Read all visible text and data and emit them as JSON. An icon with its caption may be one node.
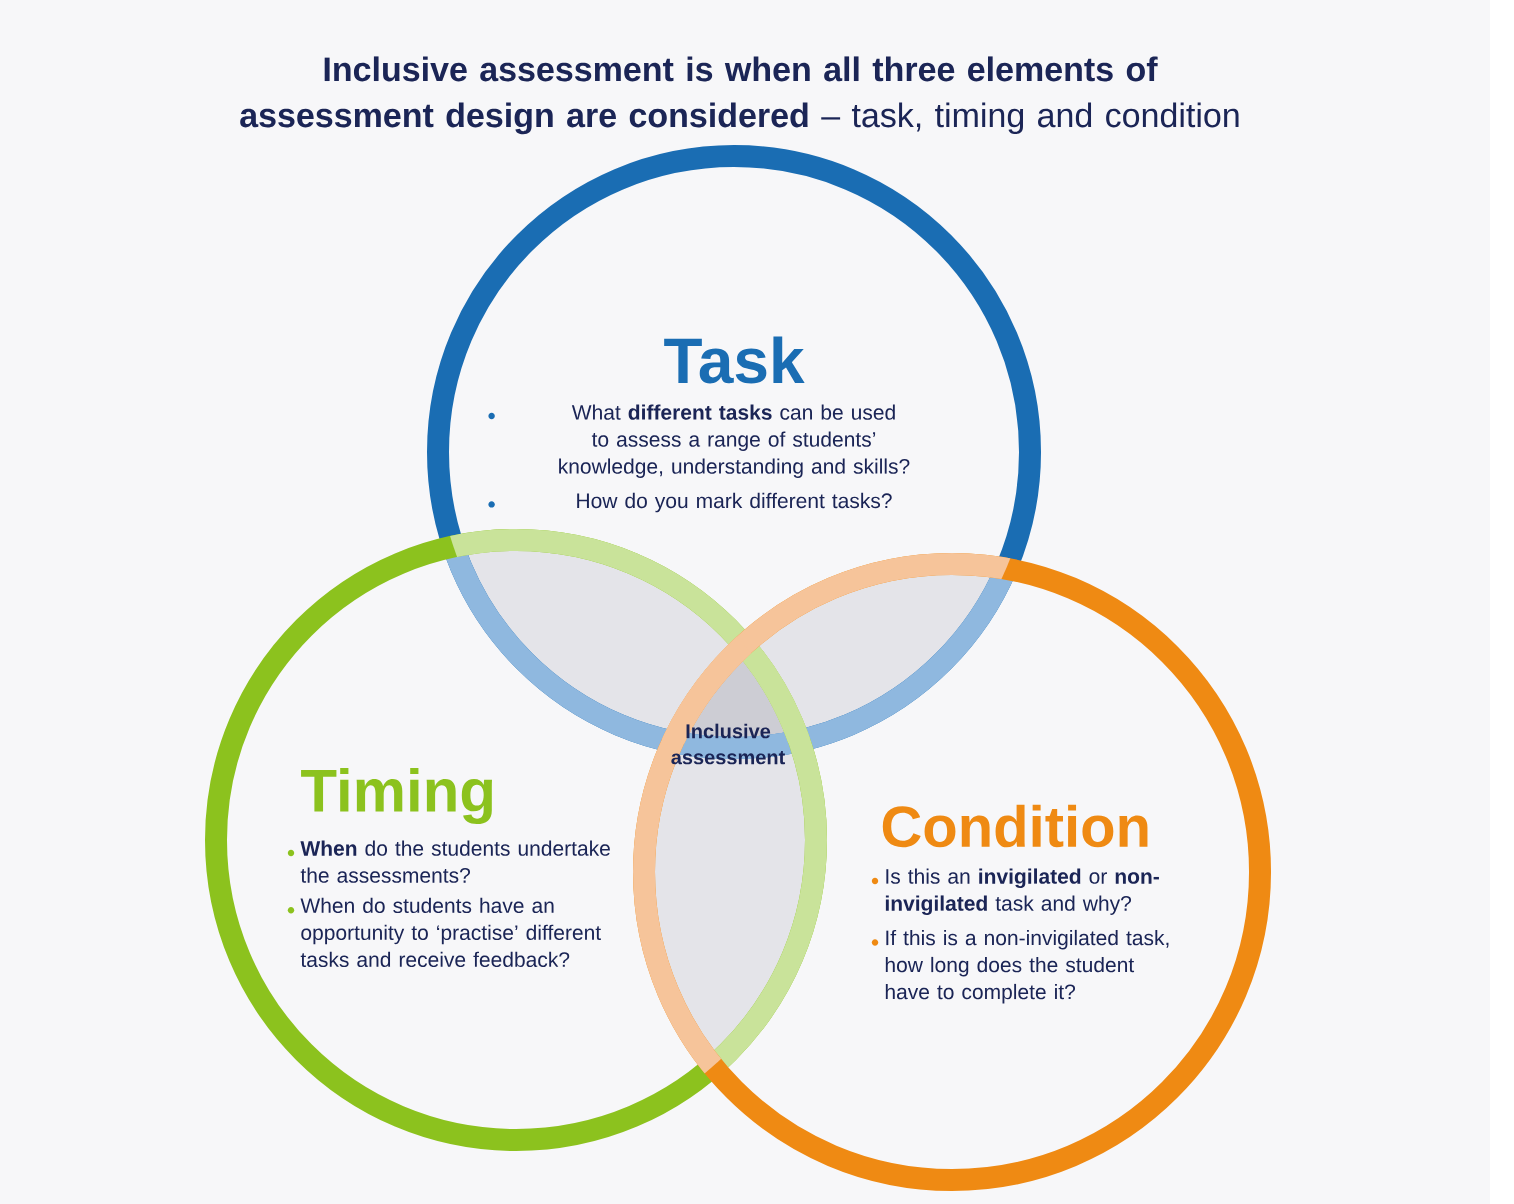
{
  "diagram": {
    "title": "**Inclusive assessment is when all three elements of assessment design are considered** – task, timing and condition",
    "nodes": [
      {
        "text": [
          "Task",
          "What **different tasks** can be used to assess a range of students’ knowledge, understanding and skills?",
          "How do you mark different tasks?"
        ]
      },
      {
        "text": [
          "Timing",
          "**When** do the students undertake the assessments?",
          "When do students have an opportunity to ‘practise’ different tasks and receive feedback?"
        ]
      },
      {
        "text": [
          "Condition",
          "Is this an **invigilated** or **non-invigilated** task and why?",
          "If this is a non-invigilated task, how long does the student have to complete it?"
        ]
      },
      {
        "text": [
          "Inclusive assessment"
        ]
      }
    ]
  }
}
